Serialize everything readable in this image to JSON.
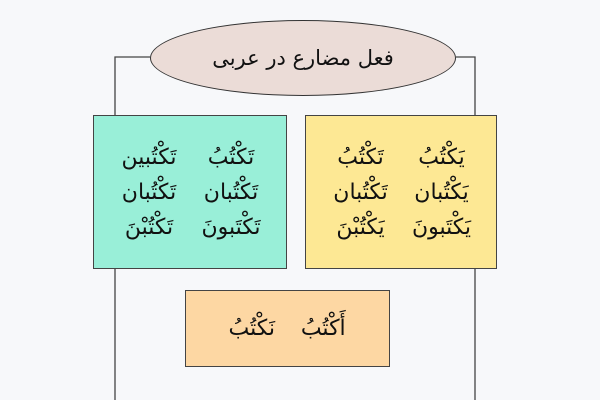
{
  "title": "فعل مضارع در عربی",
  "colors": {
    "ellipse": "#ebdcd7",
    "yellow": "#fde894",
    "teal": "#99efd8",
    "orange": "#fdd7a3"
  },
  "yellow_box": [
    "يَكْتُبُ",
    "تَكْتُبُ",
    "يَكْتُبان",
    "تَكْتُبان",
    "يَكْتَبونَ",
    "يَكْتُبْنَ"
  ],
  "teal_box": [
    "تَكْتُبُ",
    "تَكْتُبين",
    "تَكْتُبان",
    "تَكْتُبان",
    "تَكْتَبونَ",
    "تَكْتُبْنَ"
  ],
  "orange_box": [
    "أَكْتُبُ",
    "نَكْتُبُ"
  ]
}
